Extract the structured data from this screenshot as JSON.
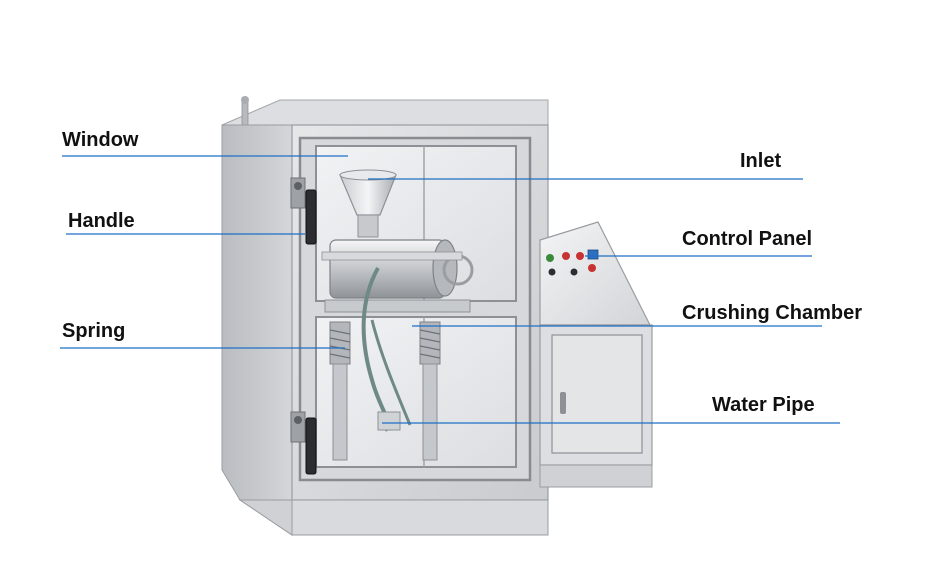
{
  "labels": {
    "window": "Window",
    "handle": "Handle",
    "spring": "Spring",
    "inlet": "Inlet",
    "control_panel": "Control Panel",
    "crushing_chamber": "Crushing Chamber",
    "water_pipe": "Water Pipe"
  },
  "colors": {
    "leader_line": "#1f6fc5",
    "label_text": "#111111",
    "steel_light": "#e4e5e7",
    "steel_mid": "#c3c6ca",
    "steel_dark": "#8d9196",
    "glass": "#eef0f2",
    "background": "#ffffff"
  }
}
